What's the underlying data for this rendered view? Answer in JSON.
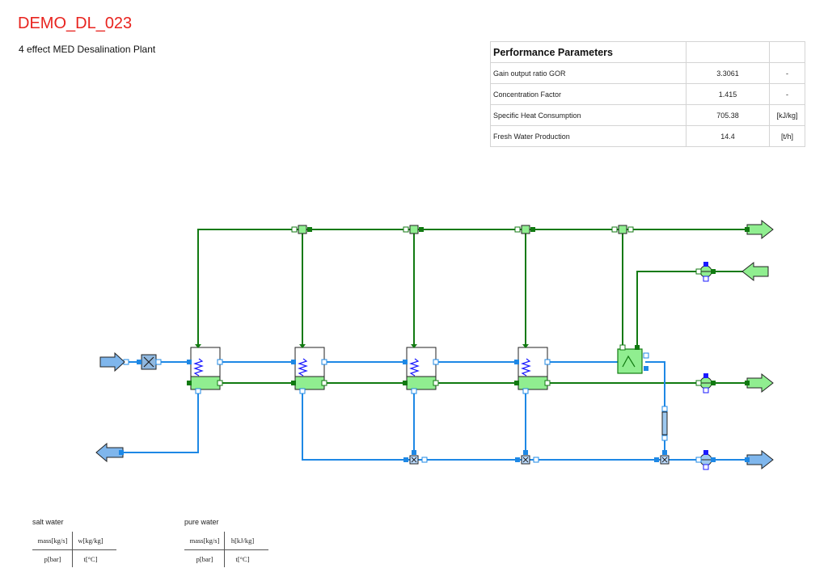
{
  "header": {
    "title": "DEMO_DL_023",
    "subtitle": "4 effect MED Desalination Plant"
  },
  "performance": {
    "title": "Performance Parameters",
    "rows": [
      {
        "label": "Gain output ratio GOR",
        "value": "3.3061",
        "unit": "-"
      },
      {
        "label": "Concentration Factor",
        "value": "1.415",
        "unit": "-"
      },
      {
        "label": "Specific Heat Consumption",
        "value": "705.38",
        "unit": "[kJ/kg]"
      },
      {
        "label": "Fresh Water Production",
        "value": "14.4",
        "unit": "[t/h]"
      }
    ]
  },
  "legends": {
    "salt_water": {
      "title": "salt water",
      "tl": "mass[kg/s]",
      "tr": "w[kg/kg]",
      "bl": "p[bar]",
      "br": "t[°C]"
    },
    "pure_water": {
      "title": "pure water",
      "tl": "mass[kg/s]",
      "tr": "h[kJ/kg]",
      "bl": "p[bar]",
      "br": "t[°C]"
    }
  },
  "colors": {
    "steam": "#117a11",
    "water": "#1e88e5",
    "component_fill": "#90ee90",
    "title_red": "#e8231e"
  }
}
